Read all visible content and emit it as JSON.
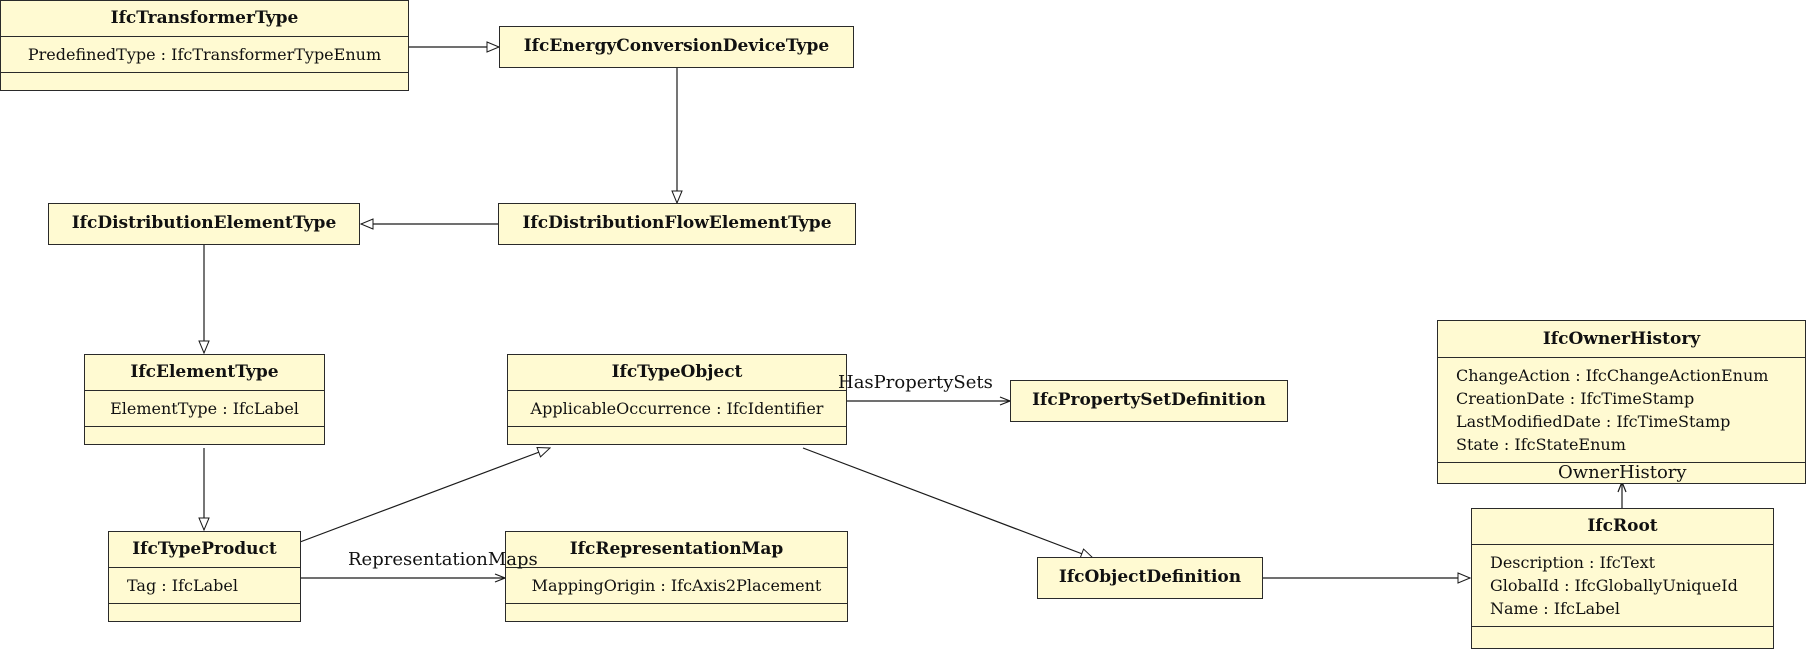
{
  "classes": {
    "transformer": {
      "name": "IfcTransformerType",
      "attrs": [
        "PredefinedType : IfcTransformerTypeEnum"
      ]
    },
    "energy": {
      "name": "IfcEnergyConversionDeviceType"
    },
    "distElem": {
      "name": "IfcDistributionElementType"
    },
    "distFlow": {
      "name": "IfcDistributionFlowElementType"
    },
    "elementType": {
      "name": "IfcElementType",
      "attrs": [
        "ElementType : IfcLabel"
      ]
    },
    "typeObject": {
      "name": "IfcTypeObject",
      "attrs": [
        "ApplicableOccurrence : IfcIdentifier"
      ]
    },
    "propSet": {
      "name": "IfcPropertySetDefinition"
    },
    "ownerHistory": {
      "name": "IfcOwnerHistory",
      "attrs": [
        "ChangeAction : IfcChangeActionEnum",
        "CreationDate : IfcTimeStamp",
        "LastModifiedDate : IfcTimeStamp",
        "State : IfcStateEnum"
      ]
    },
    "typeProduct": {
      "name": "IfcTypeProduct",
      "attrs": [
        "Tag : IfcLabel"
      ]
    },
    "repMap": {
      "name": "IfcRepresentationMap",
      "attrs": [
        "MappingOrigin : IfcAxis2Placement"
      ]
    },
    "objDef": {
      "name": "IfcObjectDefinition"
    },
    "root": {
      "name": "IfcRoot",
      "attrs": [
        "Description : IfcText",
        "GlobalId : IfcGloballyUniqueId",
        "Name : IfcLabel"
      ]
    }
  },
  "labels": {
    "hasPropertySets": "HasPropertySets",
    "representationMaps": "RepresentationMaps",
    "ownerHistory": "OwnerHistory"
  }
}
